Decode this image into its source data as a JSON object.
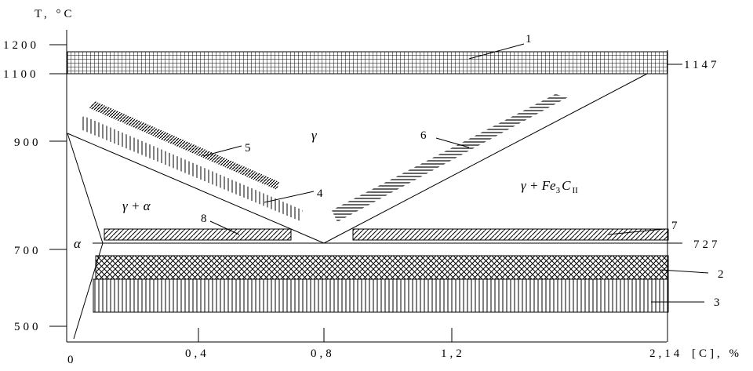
{
  "axes": {
    "y_title": "T, °C",
    "x_unit": "[C], %",
    "y_ticks": [
      "1200",
      "1100",
      "900",
      "700",
      "500"
    ],
    "x_ticks": [
      "0",
      "0,4",
      "0,8",
      "1,2",
      "2,14"
    ]
  },
  "labels": {
    "t1147": "1147",
    "t727": "727",
    "gamma": "γ",
    "gamma_alpha": "γ + α",
    "alpha": "α",
    "gamma_fe3c_prefix": "γ + Fe",
    "gamma_fe3c_sub3": "3",
    "gamma_fe3c_c": "C",
    "gamma_fe3c_subII": "II"
  },
  "callouts": [
    "1",
    "2",
    "3",
    "4",
    "5",
    "6",
    "7",
    "8"
  ],
  "colors": {
    "ink": "#000000",
    "background": "#ffffff"
  }
}
